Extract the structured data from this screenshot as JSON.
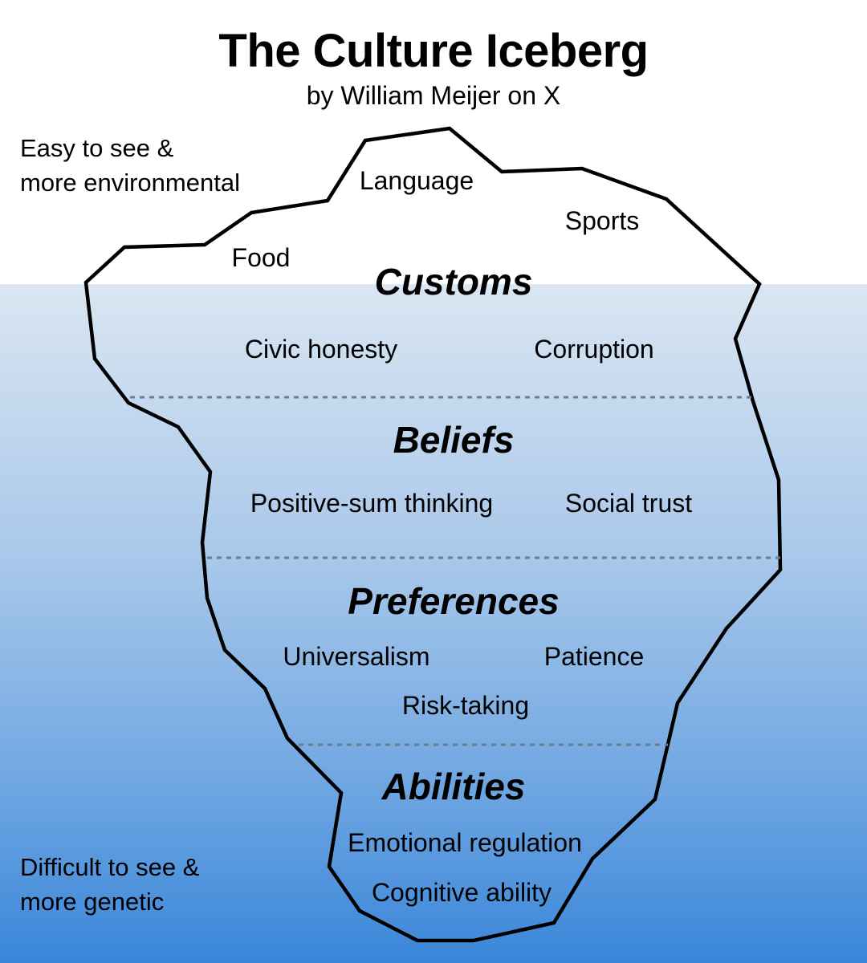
{
  "title": "The Culture Iceberg",
  "subtitle": "by William Meijer on X",
  "notes": {
    "top_line1": "Easy to see &",
    "top_line2": "more environmental",
    "bottom_line1": "Difficult to see &",
    "bottom_line2": "more genetic"
  },
  "above_water": [
    "Language",
    "Sports",
    "Food"
  ],
  "layers": [
    {
      "name": "Customs",
      "items": [
        "Civic honesty",
        "Corruption"
      ]
    },
    {
      "name": "Beliefs",
      "items": [
        "Positive-sum thinking",
        "Social trust"
      ]
    },
    {
      "name": "Preferences",
      "items": [
        "Universalism",
        "Patience",
        "Risk-taking"
      ]
    },
    {
      "name": "Abilities",
      "items": [
        "Emotional regulation",
        "Cognitive ability"
      ]
    }
  ],
  "colors": {
    "water_top": "#dae6f2",
    "water_bottom": "#3a86d9",
    "outline": "#000000",
    "divider": "#6b7d90"
  }
}
